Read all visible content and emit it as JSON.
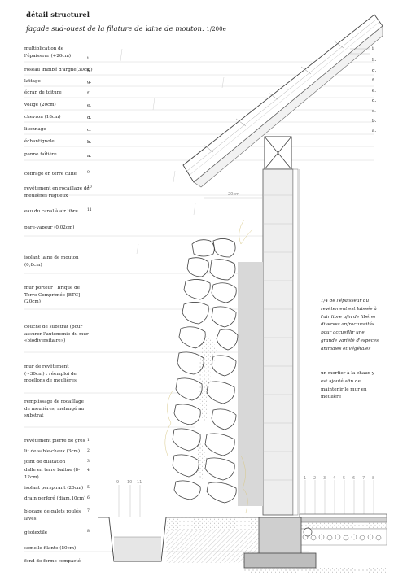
{
  "header": {
    "title": "détail structurel",
    "subtitle": "façade sud-ouest de la filature de laine de mouton.",
    "scale": "1/200e"
  },
  "labels_top": [
    {
      "text": "multiplication de\nl'épaisseur (+20cm)",
      "tag": "i."
    },
    {
      "text": "roseau imbibé d'argile(30cm)",
      "tag": "h."
    },
    {
      "text": "lattage",
      "tag": "g."
    },
    {
      "text": "écran de toiture",
      "tag": "f."
    },
    {
      "text": "volige (20cm)",
      "tag": "e."
    },
    {
      "text": "chevron (18cm)",
      "tag": "d."
    },
    {
      "text": "litonnage",
      "tag": "c."
    },
    {
      "text": "échantignole",
      "tag": "b."
    },
    {
      "text": "panne faîtière",
      "tag": "a."
    },
    {
      "text": "coffrage en terre cuite",
      "tag": "9"
    },
    {
      "text": "revêtement en rocaillage de\nmeulières  rugueux",
      "tag": "10"
    },
    {
      "text": "eau du canal à air libre",
      "tag": "11"
    }
  ],
  "labels_mid": [
    {
      "text": "pare-vapeur (0,02cm)"
    },
    {
      "text": "isolant laine de mouton\n(0,8cm)"
    },
    {
      "text": "mur porteur : Brique de\nTerre Comprimée [BTC]\n(20cm)"
    },
    {
      "text": "couche de substrat (pour\nassurer l'autonomie du mur\n«biodiversitaire»)"
    },
    {
      "text": "mur de revêtement\n(~30cm) : réemploi de\nmoellons de meulières"
    },
    {
      "text": "remplissage de rocaillage\nde meulières, mélangé au\nsubstrat"
    }
  ],
  "labels_bottom": [
    {
      "text": "revêtement pierre de grès",
      "tag": "1"
    },
    {
      "text": "lit de sable-chaux (3cm)",
      "tag": "2"
    },
    {
      "text": "joint de dilatation",
      "tag": "3"
    },
    {
      "text": "dalle en terre battue (8-\n12cm)",
      "tag": "4"
    },
    {
      "text": "isolant perspirant (20cm)",
      "tag": "5"
    },
    {
      "text": "drain perforé (diam.10cm)",
      "tag": "6"
    },
    {
      "text": "blocage de galets roulés\nlavés",
      "tag": "7"
    },
    {
      "text": "géotextile",
      "tag": "8"
    },
    {
      "text": "semelle filante (50cm)"
    },
    {
      "text": "fond de forme compacté"
    }
  ],
  "right_tags": [
    "i.",
    "h.",
    "g.",
    "f.",
    "e.",
    "d.",
    "c.",
    "b.",
    "a."
  ],
  "notes": {
    "gap": "1/4 de l'épaisseur du revêtement  est laissée à l'air libre afin de libérer diverses anfractuosités pour accueillir une grande variété d'espèces animales et végétales",
    "mortar": "un mortier à la chaux y est ajouté afin de maintenir le mur en meulière"
  },
  "dimensions": {
    "wall": "20cm",
    "canal_tags": [
      "9",
      "10",
      "11"
    ],
    "floor_tags": [
      "1",
      "2",
      "3",
      "4",
      "5",
      "6",
      "7",
      "8"
    ]
  }
}
